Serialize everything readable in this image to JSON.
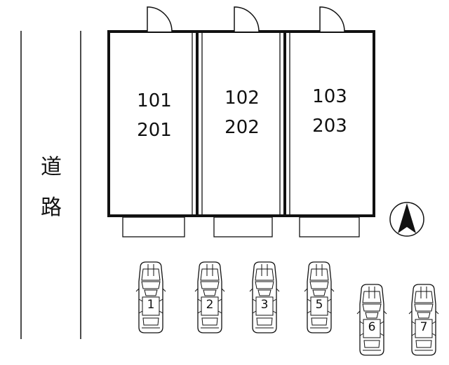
{
  "road": {
    "label_top": "道",
    "label_bottom": "路"
  },
  "units": [
    {
      "upper": "101",
      "lower": "201"
    },
    {
      "upper": "102",
      "lower": "202"
    },
    {
      "upper": "103",
      "lower": "203"
    }
  ],
  "parking": [
    "1",
    "2",
    "3",
    "5",
    "6",
    "7"
  ],
  "compass": {
    "direction": "north"
  },
  "colors": {
    "line": "#111111",
    "background": "#ffffff"
  }
}
